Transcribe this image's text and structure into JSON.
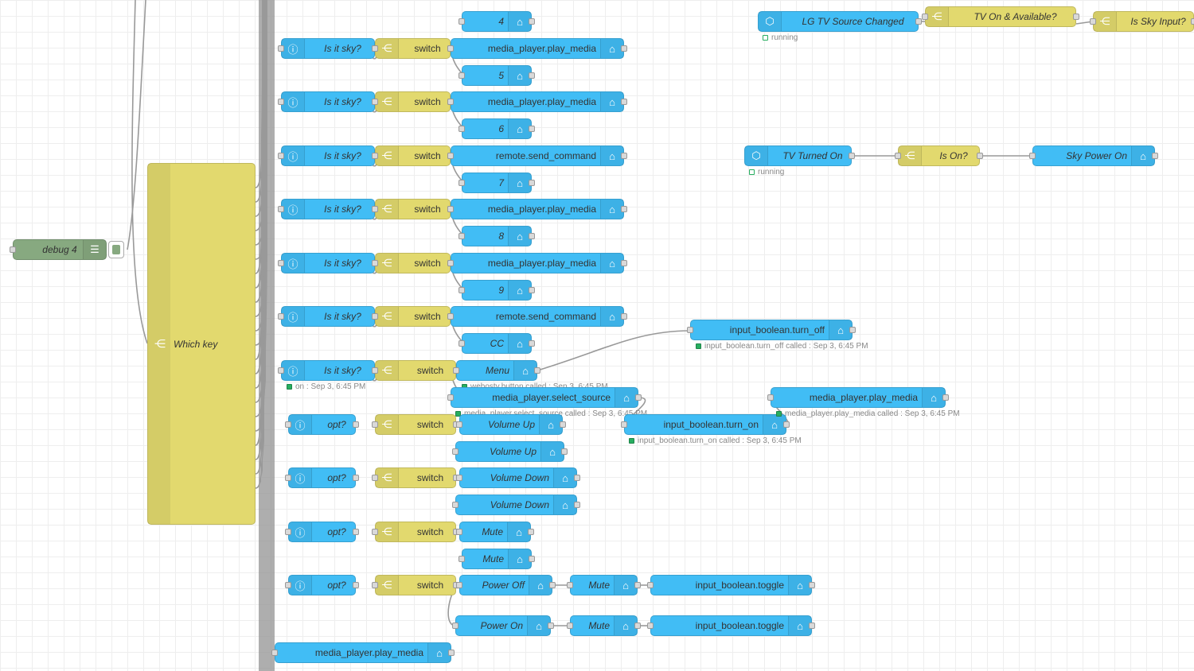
{
  "colors": {
    "ha_blue": "#41bdf5",
    "switch_yellow": "#e2d96e",
    "debug_green": "#87a980",
    "status_green": "#27ae60",
    "wire": "#999999"
  },
  "icons": {
    "event": "info-circle-icon",
    "switch": "switch-branch-icon",
    "service": "call-service-icon",
    "trigger": "trigger-icon",
    "debug": "debug-list-icon"
  },
  "debug": {
    "label": "debug 4"
  },
  "which_key": {
    "label": "Which key"
  },
  "labels": {
    "is_sky": "Is it sky?",
    "opt": "opt?",
    "switch": "switch",
    "play_media": "media_player.play_media",
    "send_command": "remote.send_command",
    "select_source": "media_player.select_source",
    "turn_off": "input_boolean.turn_off",
    "turn_on": "input_boolean.turn_on",
    "toggle": "input_boolean.toggle",
    "n4": "4",
    "n5": "5",
    "n6": "6",
    "n7": "7",
    "n8": "8",
    "n9": "9",
    "cc": "CC",
    "menu": "Menu",
    "vol_up": "Volume Up",
    "vol_down": "Volume Down",
    "mute": "Mute",
    "power_off": "Power Off",
    "power_on": "Power On",
    "lg_source": "LG TV Source Changed",
    "tv_avail": "TV On & Available?",
    "sky_input": "Is Sky Input?",
    "tv_turned_on": "TV Turned On",
    "is_on": "Is On?",
    "sky_power_on": "Sky Power On"
  },
  "statuses": {
    "running": "running",
    "on": "on : Sep 3, 6:45 PM",
    "webostv": "webostv.button called : Sep 3, 6:45 PM",
    "select_source_called": "media_player.select_source called : Sep 3, 6:45 PM",
    "turn_off_called": "input_boolean.turn_off called : Sep 3, 6:45 PM",
    "turn_on_called": "input_boolean.turn_on called : Sep 3, 6:45 PM",
    "play_media_called": "media_player.play_media called : Sep 3, 6:45 PM"
  }
}
